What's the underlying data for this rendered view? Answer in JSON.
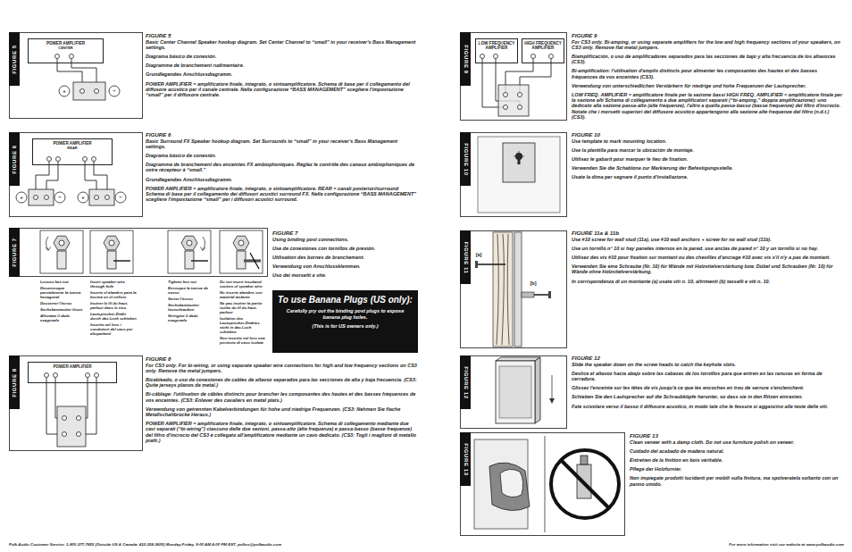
{
  "diagram": {
    "nodes": [
      {
        "text": [
          "FIGURE 5"
        ]
      },
      {
        "text": [
          "POWER AMPLIFIER",
          "CENTER"
        ],
        "in": 0
      },
      {
        "text": [
          "FIGURE 6"
        ]
      },
      {
        "text": [
          "POWER AMPLIFIER",
          "REAR"
        ],
        "in": 2
      },
      {
        "text": [
          "FIGURE 7"
        ]
      },
      {
        "text": [
          "To use Banana Plugs (US only):",
          "Carefully pry out the binding post plugs to expose banana plug holes.",
          "(This is for US owners only.)"
        ]
      },
      {
        "text": [
          "FIGURE 8"
        ]
      },
      {
        "text": [
          "POWER AMPLIFIER"
        ],
        "in": 6
      },
      {
        "text": [
          "FIGURE 9"
        ]
      },
      {
        "text": [
          "LOW FREQUENCY AMPLIFIER"
        ],
        "in": 8
      },
      {
        "text": [
          "HIGH FREQUENCY AMPLIFIER"
        ],
        "in": 8
      },
      {
        "text": [
          "FIGURE 10"
        ]
      },
      {
        "text": [
          "FIGURE 11"
        ]
      },
      {
        "text": [
          "FIGURE 12"
        ]
      },
      {
        "text": [
          "FIGURE 13"
        ]
      }
    ],
    "labels": [
      "FIGURE 5",
      "Basic Center Channel Speaker hookup diagram. Set Center Channel to “small” in your receiver's Bass Management settings.",
      "Diagrama básico de conexión.",
      "Diagramme de branchement rudimentaire.",
      "Grundlegendes Anschlussdiagramm.",
      "POWER AMPLIFIER = amplificatore finale, integrato, o sintoamplificatore. Schema di base per il collegamento del diffusore acustico per il canale centrale. Nella configurazione “BASS MANAGEMENT” scegliere l'impostazione “small” per il diffusore centrale.",
      "+",
      "−",
      "FIGURE 6",
      "Basic Surround FX Speaker hookup diagram. Set Surrounds to “small” in your receiver's Bass Management settings.",
      "Diagrama básico de conexión.",
      "Diagramme de branchement des enceintes FX ambiophoniques. Réglez le contrôle des canaux ambiophoniques de votre récepteur à “small.”",
      "Grundlegendes Anschlussdiagramm.",
      "POWER AMPLIFIER = amplificatore finale, integrato, o sintoamplificatore. REAR = canali posteriori/surround Schema di base per il collegamento dei diffusori acustici surround FX. Nella configurazione “BASS MANAGEMENT” scegliere l'impostazione “small” per i diffusori acustici surround.",
      "+",
      "−",
      "+",
      "−",
      "Loosen hex nut",
      "Desenrosque parcialmente la tuerca hexagonal",
      "Desserrer l'écrou",
      "Sechskantmutter lösen",
      "Allentate il dado esagonale",
      "Insert speaker wire through hole",
      "Inserte el alambre para la bocina en el orificio",
      "Insérer le fil du haut-parleur dans le trou",
      "Lautsprecher-Draht durch das Loch schieben",
      "Inserite nel foro i conduttori del cavo per altoparlanti",
      "Tighten hex nut",
      "Enrosque la tuerca de nuevo",
      "Serrer l'écrou",
      "Sechskantmutter festschrauben",
      "Stringete il dado esagonale",
      "Do not insert insulated section of speaker wire",
      "No inserte alambre con material aislante",
      "Ne pas insérer la partie isolée du fil du haut-parleur",
      "Isolation des Lautsprecher-Drahtes nicht in das Loch schieben",
      "Non inserite nel foro una porzione di cavo isolata",
      "FIGURE 7",
      "Using binding post connections.",
      "Use de conexiones con tornillos de presión.",
      "Utilisation des bornes de branchement.",
      "Verwendung von Anschlussklemmen.",
      "Uso dei morsetti a vite.",
      "FIGURE 8",
      "For CS3 only. For bi-wiring, or using separate speaker wire connections for high and low frequency sections on CS3 only. Remove the metal jumpers.",
      "Bicableado, o uso de conexiones de cables de altavoz separados para las secciones de alta y baja frecuencia. (CS3: Quite jerseys planos de metal.)",
      "Bi-câblage: l'utilisation de câbles distincts pour brancher les composantes des hautes et des basses fréquences de vos enceintes. (CS3: Enlever des cavaliers en metal plats.)",
      "Verwendung von getrennten Kabelverbindungen für hohe und niedrige Frequenzen. (CS3: Nehmen Sie flache Metallschaltbrücke Heraus.)",
      "POWER AMPLIFIER = amplificatore finale, integrato, o sintoamplificatore. Schema di collegamento mediante due cavi separati (“bi-wiring”) ciascuno delle due sezioni, passa-alto (alte frequenze) e passa-basso (basse frequenze) del filtro d'incrocio del CS3 è collegato all'amplificatore mediante un cavo dedicato. (CS3: Togli i maglioni di metallo piatti.)",
      "FIGURE 9",
      "For CS3 only. Bi-amping, or using separate amplifiers for the low and high frequency sections of your speakers, on CS3 only. Remove flat metal jumpers.",
      "Biamplificación, o uso de amplificadores separados para las secciones de bajo y alta frecuencia de los altavoces (CS3).",
      "Bi-amplification: l'utilisation d'amplis distincts pour alimenter les composantes des hautes et des basses fréquences de vos enceintes (CS3).",
      "Verwendung von unterschiedlichen Verstärkern für niedrige und hohe Frequenzen der Lautsprecher.",
      "LOW FREQ. AMPLIFIER = amplificatore finale per la sezione bassi HIGH FREQ. AMPLIFIER = amplificatore finale per la sezione alti Schema di collegamento a due amplificatori separati (“bi-amping,” doppia amplificazione): uno dedicato alla sezione passa-alto (alte frequenze), l'altro a quella passa-basso (basse frequenze) del filtro d'incrocio. Notate che i morsetti superiori del diffusore acustico appartengono alla sezione alte frequenze del filtro (n.d.t.) (CS3).",
      "FIGURE 10",
      "Use template to mark mounting location.",
      "Use la plantilla para marcar la ubicación de montaje.",
      "Utilisez le gabarit pour marquer le lieu de fixation.",
      "Verwenden Sie die Schablone zur Markierung der Befestigungsstelle.",
      "Usate la dima per segnare il punto d'installazione.",
      "FIGURE 11a & 11b",
      "Use #10 screw for wall stud (11a), use #10 wall anchors + screw for no wall stud (11b).",
      "Use un tornillo n° 10 si hay paneles internos en la pared, use anclas de pared n° 10 y un tornillo si no hay.",
      "Utilisez des vis #10 pour fixation sur montant ou des chevilles d'ancrage #10 avec vis s'il n'y a pas de montant.",
      "Verwenden Sie eine Schraube (Nr. 10) für Wände mit Holzstielverstärkung bzw. Dübel und Schrauben (Nr. 10) für Wände ohne Holzstielverstärkung.",
      "In corrispondenza di un montante (a) usate viti n. 10, altrimenti (b) tasselli e viti n. 10.",
      "[a]",
      "[b]",
      "FIGURE 12",
      "Slide the speaker down on the screw heads to catch the keyhole slots.",
      "Deslice el altavoz hacia abajo sobre las cabezas de los tornillos para que entren en las ranuras en forma de cerradura.",
      "Glissez l'enceinte sur les têtes de vis jusqu'à ce que les encoches en trou de serrure s'enclenchent.",
      "Schieben Sie den Lautsprecher auf die Schraubköpfe herunter, so dass sie in den Ritzen einrasten.",
      "Fate scivolare verso il basso il diffusore acustico, in modo tale che le fessure si aggancino alle teste delle viti.",
      "FIGURE 13",
      "Clean veneer with a damp cloth. Do not use furniture polish on veneer.",
      "Cuidado del acabado de madera natural.",
      "Entretien de la finition en bois véritable.",
      "Pflege der Holzfurnier.",
      "Non impiegate prodotti lucidanti per mobili sulla finitura, ma spolveratela soltanto con un panno umido.",
      "Polk Audio Customer Service: 1-800-377-7655 (Outside US & Canada: 410-358-3600) Monday-Friday, 9:00 AM-6:00 PM EST, polkcs@polkaudio.com",
      "For more information visit our website at www.polkaudio.com"
    ]
  }
}
